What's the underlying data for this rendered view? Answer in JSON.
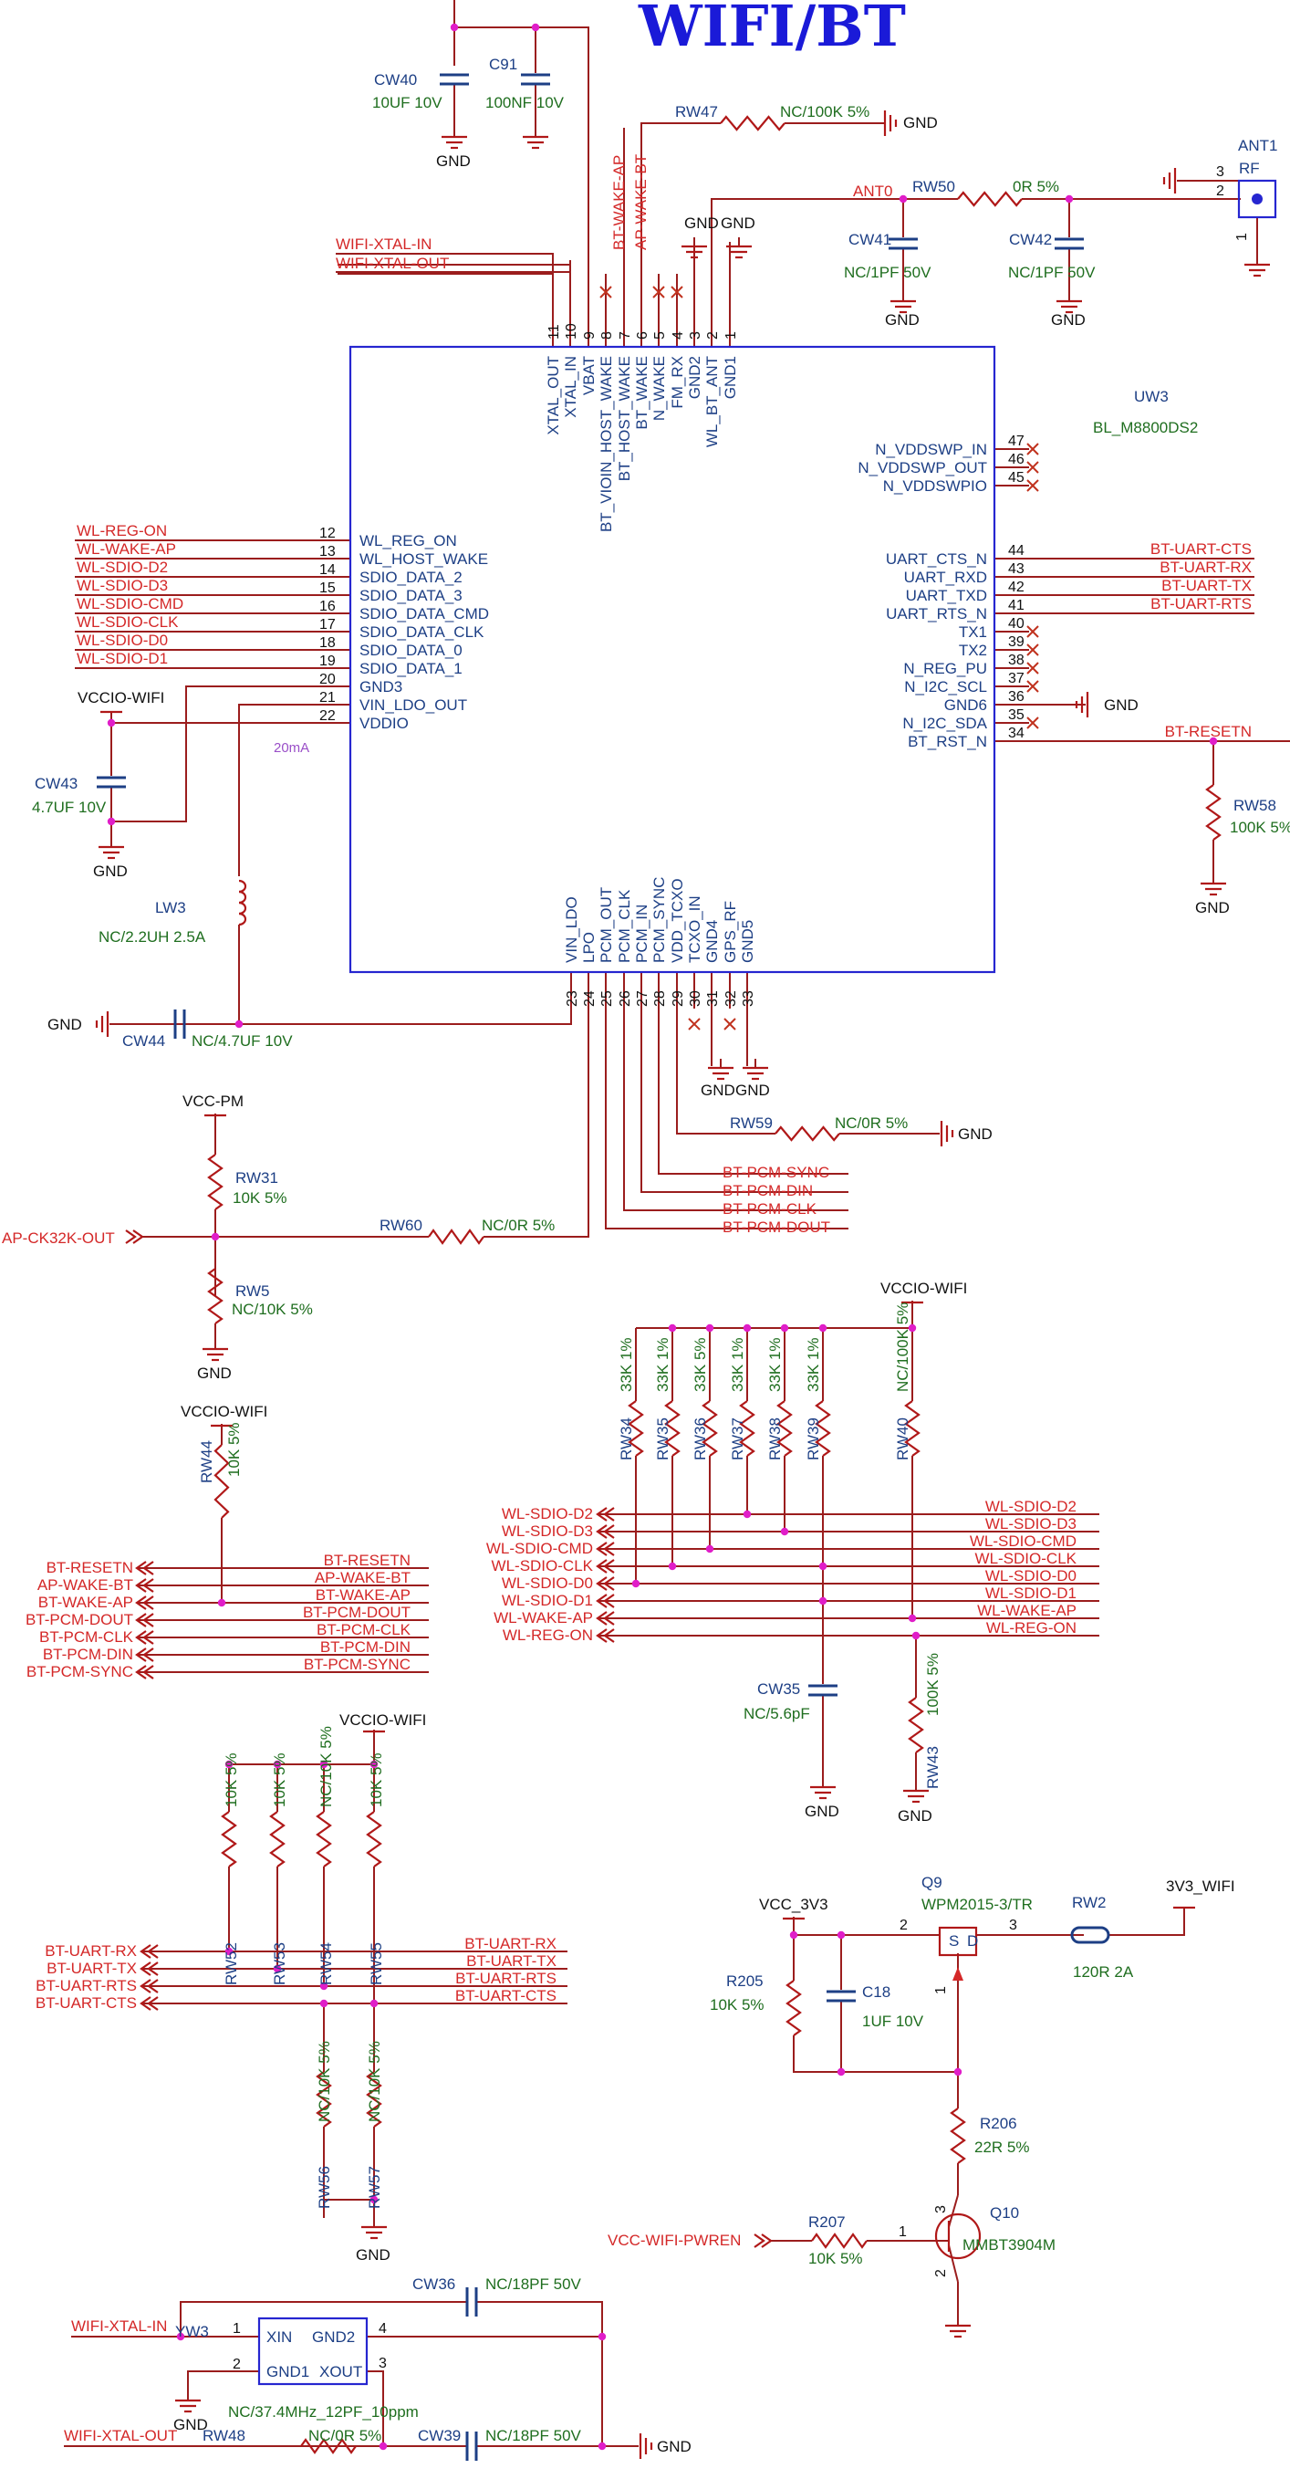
{
  "title": "WIFI/BT",
  "colors": {
    "wire": "#9b1d1d",
    "net_label": "#d42828",
    "pin": "#1d3f85",
    "value": "#1f6e1f",
    "junction": "#e01ec8",
    "box": "#2626d0"
  },
  "uw3": {
    "ref": "UW3",
    "part": "BL_M8800DS2",
    "top_pins": [
      {
        "num": "11",
        "name": "XTAL_OUT"
      },
      {
        "num": "10",
        "name": "XTAL_IN"
      },
      {
        "num": "9",
        "name": "VBAT"
      },
      {
        "num": "8",
        "name": "BT_VIOIN_HOST_WAKE"
      },
      {
        "num": "7",
        "name": "BT_HOST_WAKE"
      },
      {
        "num": "6",
        "name": "BT_WAKE"
      },
      {
        "num": "5",
        "name": "N_WAKE"
      },
      {
        "num": "4",
        "name": "FM_RX"
      },
      {
        "num": "3",
        "name": "GND2"
      },
      {
        "num": "2",
        "name": "WL_BT_ANT"
      },
      {
        "num": "1",
        "name": "GND1"
      }
    ],
    "left_pins": [
      {
        "num": "12",
        "name": "WL_REG_ON",
        "net": "WL-REG-ON"
      },
      {
        "num": "13",
        "name": "WL_HOST_WAKE",
        "net": "WL-WAKE-AP"
      },
      {
        "num": "14",
        "name": "SDIO_DATA_2",
        "net": "WL-SDIO-D2"
      },
      {
        "num": "15",
        "name": "SDIO_DATA_3",
        "net": "WL-SDIO-D3"
      },
      {
        "num": "16",
        "name": "SDIO_DATA_CMD",
        "net": "WL-SDIO-CMD"
      },
      {
        "num": "17",
        "name": "SDIO_DATA_CLK",
        "net": "WL-SDIO-CLK"
      },
      {
        "num": "18",
        "name": "SDIO_DATA_0",
        "net": "WL-SDIO-D0"
      },
      {
        "num": "19",
        "name": "SDIO_DATA_1",
        "net": "WL-SDIO-D1"
      },
      {
        "num": "20",
        "name": "GND3",
        "net": ""
      },
      {
        "num": "21",
        "name": "VIN_LDO_OUT",
        "net": ""
      },
      {
        "num": "22",
        "name": "VDDIO",
        "net": ""
      }
    ],
    "right_pins": [
      {
        "num": "47",
        "name": "N_VDDSWP_IN",
        "net": ""
      },
      {
        "num": "46",
        "name": "N_VDDSWP_OUT",
        "net": ""
      },
      {
        "num": "45",
        "name": "N_VDDSWPIO",
        "net": ""
      },
      {
        "num": "44",
        "name": "UART_CTS_N",
        "net": "BT-UART-CTS"
      },
      {
        "num": "43",
        "name": "UART_RXD",
        "net": "BT-UART-RX"
      },
      {
        "num": "42",
        "name": "UART_TXD",
        "net": "BT-UART-TX"
      },
      {
        "num": "41",
        "name": "UART_RTS_N",
        "net": "BT-UART-RTS"
      },
      {
        "num": "40",
        "name": "TX1",
        "net": ""
      },
      {
        "num": "39",
        "name": "TX2",
        "net": ""
      },
      {
        "num": "38",
        "name": "N_REG_PU",
        "net": ""
      },
      {
        "num": "37",
        "name": "N_I2C_SCL",
        "net": ""
      },
      {
        "num": "36",
        "name": "GND6",
        "net": ""
      },
      {
        "num": "35",
        "name": "N_I2C_SDA",
        "net": ""
      },
      {
        "num": "34",
        "name": "BT_RST_N",
        "net": "BT-RESETN"
      }
    ],
    "bottom_pins": [
      {
        "num": "23",
        "name": "VIN_LDO"
      },
      {
        "num": "24",
        "name": "LPO"
      },
      {
        "num": "25",
        "name": "PCM_OUT"
      },
      {
        "num": "26",
        "name": "PCM_CLK"
      },
      {
        "num": "27",
        "name": "PCM_IN"
      },
      {
        "num": "28",
        "name": "PCM_SYNC"
      },
      {
        "num": "29",
        "name": "VDD_TCXO"
      },
      {
        "num": "30",
        "name": "TCXO_IN"
      },
      {
        "num": "31",
        "name": "GND4"
      },
      {
        "num": "32",
        "name": "GPS_RF"
      },
      {
        "num": "33",
        "name": "GND5"
      }
    ],
    "note": "20mA"
  },
  "labels": {
    "gnd": "GND",
    "vccio": "VCCIO-WIFI",
    "vcc_pm": "VCC-PM",
    "vcc_3v3": "VCC_3V3",
    "v3v3_wifi": "3V3_WIFI",
    "wifi_xtal_in": "WIFI-XTAL-IN",
    "wifi_xtal_out": "WIFI-XTAL-OUT",
    "bt_wake_ap": "BT-WAKE-AP",
    "ap_wake_bt": "AP-WAKE-BT",
    "ant0": "ANT0",
    "ant1": "ANT1",
    "rf": "RF",
    "ap_ck32k": "AP-CK32K-OUT",
    "vcc_wifi_pwren": "VCC-WIFI-PWREN",
    "bt_pcm_sync": "BT-PCM-SYNC",
    "bt_pcm_din": "BT-PCM-DIN",
    "bt_pcm_clk": "BT-PCM-CLK",
    "bt_pcm_dout": "BT-PCM-DOUT",
    "bt_resetn": "BT-RESETN"
  },
  "components": {
    "cw40": {
      "ref": "CW40",
      "val": "10UF 10V"
    },
    "c91": {
      "ref": "C91",
      "val": "100NF 10V"
    },
    "rw47": {
      "ref": "RW47",
      "val": "NC/100K 5%"
    },
    "rw50": {
      "ref": "RW50",
      "val": "0R 5%"
    },
    "cw41": {
      "ref": "CW41",
      "val": "NC/1PF 50V"
    },
    "cw42": {
      "ref": "CW42",
      "val": "NC/1PF 50V"
    },
    "cw43": {
      "ref": "CW43",
      "val": "4.7UF 10V"
    },
    "lw3": {
      "ref": "LW3",
      "val": "NC/2.2UH 2.5A"
    },
    "cw44": {
      "ref": "CW44",
      "val": "NC/4.7UF 10V"
    },
    "rw58": {
      "ref": "RW58",
      "val": "100K 5%"
    },
    "rw59": {
      "ref": "RW59",
      "val": "NC/0R 5%"
    },
    "rw31": {
      "ref": "RW31",
      "val": "10K 5%"
    },
    "rw60": {
      "ref": "RW60",
      "val": "NC/0R 5%"
    },
    "rw5": {
      "ref": "RW5",
      "val": "NC/10K 5%"
    },
    "rw44": {
      "ref": "RW44",
      "val": "10K 5%"
    },
    "rw34": {
      "ref": "RW34",
      "val": "33K 1%"
    },
    "rw35": {
      "ref": "RW35",
      "val": "33K 1%"
    },
    "rw36": {
      "ref": "RW36",
      "val": "33K 5%"
    },
    "rw37": {
      "ref": "RW37",
      "val": "33K 1%"
    },
    "rw38": {
      "ref": "RW38",
      "val": "33K 1%"
    },
    "rw39": {
      "ref": "RW39",
      "val": "33K 1%"
    },
    "rw40": {
      "ref": "RW40",
      "val": "NC/100K 5%"
    },
    "rw43": {
      "ref": "RW43",
      "val": "100K 5%"
    },
    "cw35": {
      "ref": "CW35",
      "val": "NC/5.6pF"
    },
    "rw52": {
      "ref": "RW52",
      "val": "10K 5%"
    },
    "rw53": {
      "ref": "RW53",
      "val": "10K 5%"
    },
    "rw54": {
      "ref": "RW54",
      "val": "NC/10K 5%"
    },
    "rw55": {
      "ref": "RW55",
      "val": "10K 5%"
    },
    "rw56": {
      "ref": "RW56",
      "val": "NC/10K 5%"
    },
    "rw57": {
      "ref": "RW57",
      "val": "NC/10K 5%"
    },
    "q9": {
      "ref": "Q9",
      "val": "WPM2015-3/TR"
    },
    "rw2": {
      "ref": "RW2",
      "val": "120R 2A"
    },
    "r205": {
      "ref": "R205",
      "val": "10K 5%"
    },
    "c18": {
      "ref": "C18",
      "val": "1UF 10V"
    },
    "r206": {
      "ref": "R206",
      "val": "22R 5%"
    },
    "r207": {
      "ref": "R207",
      "val": "10K 5%"
    },
    "q10": {
      "ref": "Q10",
      "val": "MMBT3904M"
    },
    "cw36": {
      "ref": "CW36",
      "val": "NC/18PF 50V"
    },
    "cw39": {
      "ref": "CW39",
      "val": "NC/18PF 50V"
    },
    "rw48": {
      "ref": "RW48",
      "val": "NC/0R 5%"
    },
    "yw3": {
      "ref": "YW3",
      "val": "NC/37.4MHz_12PF_10ppm"
    }
  },
  "crystal_pins": {
    "xin": "XIN",
    "gnd2": "GND2",
    "gnd1": "GND1",
    "xout": "XOUT",
    "p1": "1",
    "p2": "2",
    "p3": "3",
    "p4": "4"
  },
  "q9_pins": {
    "p2": "2",
    "p3": "3",
    "p1": "1",
    "s": "S",
    "d": "D"
  },
  "q10_pins": {
    "p1": "1",
    "p2": "2",
    "p3": "3"
  },
  "ant_pins": {
    "p1": "1",
    "p2": "2",
    "p3": "3"
  },
  "bt_group": {
    "nets": [
      "BT-RESETN",
      "AP-WAKE-BT",
      "BT-WAKE-AP",
      "BT-PCM-DOUT",
      "BT-PCM-CLK",
      "BT-PCM-DIN",
      "BT-PCM-SYNC"
    ]
  },
  "sdio_group": {
    "nets": [
      "WL-SDIO-D2",
      "WL-SDIO-D3",
      "WL-SDIO-CMD",
      "WL-SDIO-CLK",
      "WL-SDIO-D0",
      "WL-SDIO-D1",
      "WL-WAKE-AP",
      "WL-REG-ON"
    ]
  },
  "uart_group": {
    "nets": [
      "BT-UART-RX",
      "BT-UART-TX",
      "BT-UART-RTS",
      "BT-UART-CTS"
    ]
  }
}
